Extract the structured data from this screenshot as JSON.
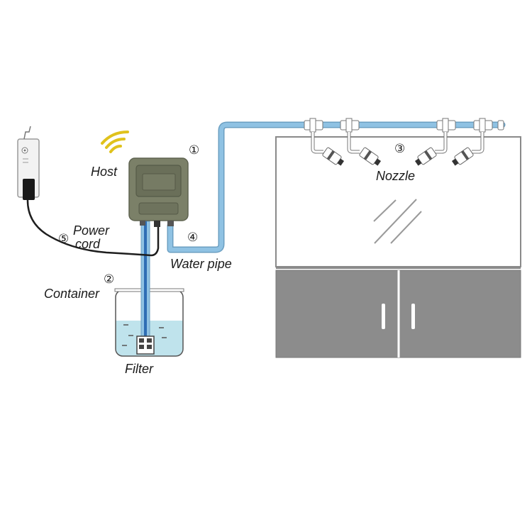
{
  "labels": {
    "host": "Host",
    "power_cord_line1": "Power",
    "power_cord_line2": "cord",
    "container": "Container",
    "filter": "Filter",
    "water_pipe": "Water pipe",
    "nozzle": "Nozzle"
  },
  "markers": {
    "host": "①",
    "container": "②",
    "nozzle": "③",
    "water_pipe": "④",
    "power_cord": "⑤"
  },
  "colors": {
    "pipe": "#8fc2e3",
    "pipe_outline": "#6b9fc2",
    "inner_tube": "#2e6db4",
    "water": "#bfe3ec",
    "host_body": "#7b8068",
    "cabinet": "#8c8c8c",
    "wifi": "#e0c21c"
  }
}
